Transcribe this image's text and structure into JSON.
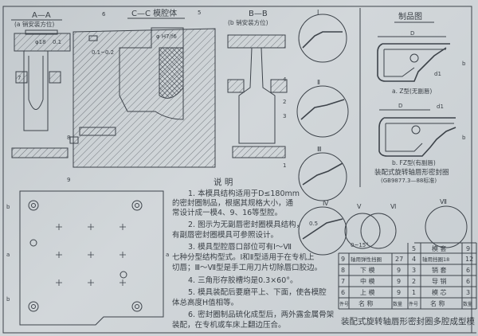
{
  "sections": {
    "aa_title": "A—A",
    "aa_sub": "(a 销安装方位)",
    "cc_title": "C—C 模腔体",
    "bb_title": "B—B",
    "bb_sub": "(b 销安装方位)",
    "product_title": "制品图"
  },
  "dimensions": {
    "pin_dia": "φ18",
    "gap": "0.1",
    "gap_range": "0.1~0.2",
    "fit": "φ H7/f6",
    "D": "D",
    "d1": "d1",
    "b": "b",
    "lip": "0.5",
    "angle": "0~15°"
  },
  "product": {
    "caption_a": "a. Z型(无副唇)",
    "caption_b": "b. FZ型(有副唇)",
    "name": "装配式旋转轴唇形密封圈",
    "standard": "(GB9877.3—88标准)"
  },
  "callouts": [
    "1",
    "2",
    "3",
    "4",
    "5",
    "6",
    "7",
    "8",
    "9"
  ],
  "details": [
    "Ⅰ",
    "Ⅱ",
    "Ⅲ",
    "Ⅳ",
    "Ⅴ",
    "Ⅵ",
    "Ⅶ"
  ],
  "side_marks": [
    "b",
    "a",
    "b",
    "a"
  ],
  "notes": {
    "title": "说 明",
    "lines": [
      "1. 本模具结构适用于D≤180mm",
      "的密封圈制品，根据其规格大小，通",
      "常设计成一模4、9、16等型腔。",
      "2. 图示为无副唇密封圈模具结构，",
      "有副唇密封圈模具可参照设计。",
      "3. 模具型腔唇口部位可有Ⅰ～Ⅶ",
      "七种分型结构型式。Ⅰ和Ⅱ型适用于在专机上",
      "切唇；Ⅲ～Ⅶ型是手工用刀片切除唇口胶边。",
      "4. 三角形存胶槽均是0.3×60°。",
      "5. 模具装配后要磨平上、下面，使各模腔",
      "体总高度H值相等。",
      "6. 密封圈制品硫化成型后，两外露金属骨架",
      "装配，在专机或车床上翻边压合。"
    ]
  },
  "bom": {
    "left": [
      {
        "no": "9",
        "name": "轴用弹性挡圈",
        "qty": "27"
      },
      {
        "no": "8",
        "name": "下 模",
        "qty": "9"
      },
      {
        "no": "7",
        "name": "中 模",
        "qty": "9"
      },
      {
        "no": "6",
        "name": "上 模",
        "qty": "9"
      }
    ],
    "right": [
      {
        "no": "5",
        "name": "模 套",
        "qty": "9"
      },
      {
        "no": "4",
        "name": "轴用挡圈18",
        "qty": "12"
      },
      {
        "no": "3",
        "name": "销 套",
        "qty": "6"
      },
      {
        "no": "2",
        "name": "导 销",
        "qty": "6"
      },
      {
        "no": "1",
        "name": "模 芯",
        "qty": "3"
      }
    ],
    "header": {
      "no": "件号",
      "name": "名 称",
      "qty": "数量"
    },
    "title": "装配式旋转轴唇形密封圈多腔成型模"
  }
}
